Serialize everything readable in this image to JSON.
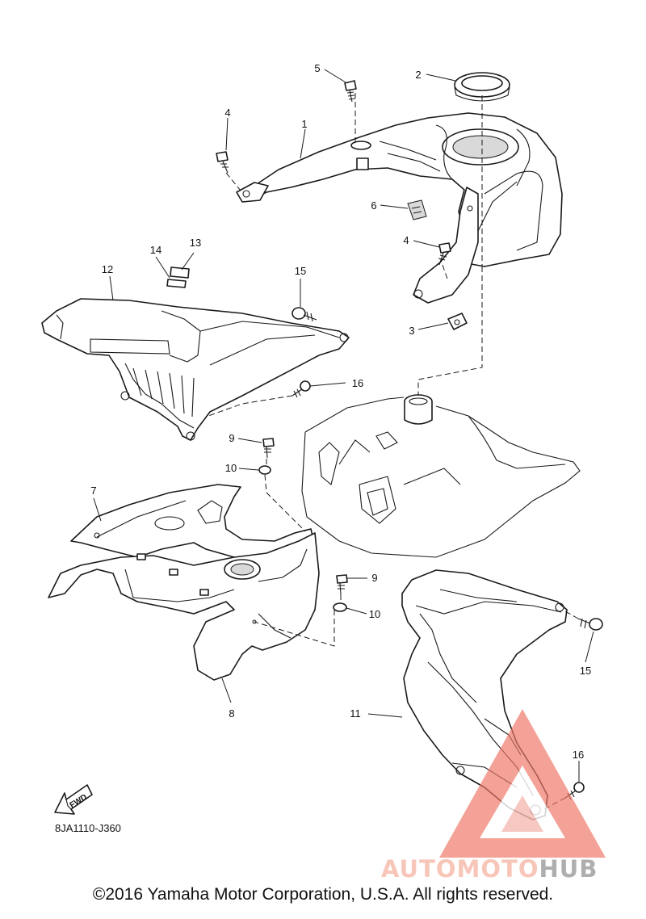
{
  "diagram": {
    "code": "8JA1110-J360",
    "fwd_label": "FWD",
    "parts": [
      {
        "id": "p1",
        "num": "1"
      },
      {
        "id": "p2",
        "num": "2"
      },
      {
        "id": "p3",
        "num": "3"
      },
      {
        "id": "p4a",
        "num": "4"
      },
      {
        "id": "p4b",
        "num": "4"
      },
      {
        "id": "p5",
        "num": "5"
      },
      {
        "id": "p6",
        "num": "6"
      },
      {
        "id": "p7",
        "num": "7"
      },
      {
        "id": "p8",
        "num": "8"
      },
      {
        "id": "p9a",
        "num": "9"
      },
      {
        "id": "p9b",
        "num": "9"
      },
      {
        "id": "p10a",
        "num": "10"
      },
      {
        "id": "p10b",
        "num": "10"
      },
      {
        "id": "p11",
        "num": "11"
      },
      {
        "id": "p12",
        "num": "12"
      },
      {
        "id": "p13",
        "num": "13"
      },
      {
        "id": "p14",
        "num": "14"
      },
      {
        "id": "p15a",
        "num": "15"
      },
      {
        "id": "p15b",
        "num": "15"
      },
      {
        "id": "p16a",
        "num": "16"
      },
      {
        "id": "p16b",
        "num": "16"
      }
    ]
  },
  "watermark": {
    "part1": "AUTOMOTO",
    "part2": "HUB",
    "color_main": "#f6b8a8",
    "color_accent": "#ee7766",
    "color_hub": "#9a9a9a"
  },
  "copyright": "©2016 Yamaha Motor Corporation, U.S.A. All rights reserved."
}
